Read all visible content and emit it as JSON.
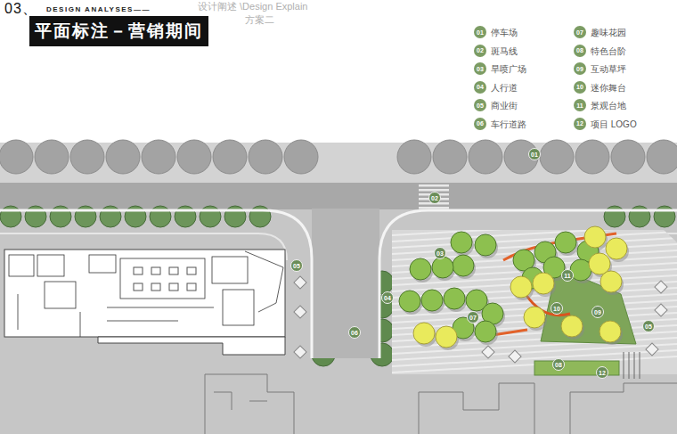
{
  "diagram": {
    "title": "平面标注－营销期间",
    "nodes": [
      {
        "text": [
          "01",
          "停车场"
        ]
      },
      {
        "text": [
          "02",
          "斑马线"
        ]
      },
      {
        "text": [
          "03",
          "旱喷广场"
        ]
      },
      {
        "text": [
          "04",
          "人行道"
        ]
      },
      {
        "text": [
          "05",
          "商业街"
        ]
      },
      {
        "text": [
          "06",
          "车行道路"
        ]
      },
      {
        "text": [
          "07",
          "趣味花园"
        ]
      },
      {
        "text": [
          "08",
          "特色台阶"
        ]
      },
      {
        "text": [
          "09",
          "互动草坪"
        ]
      },
      {
        "text": [
          "10",
          "迷你舞台"
        ]
      },
      {
        "text": [
          "11",
          "景观台地"
        ]
      },
      {
        "text": [
          "12",
          "项目 LOGO"
        ]
      },
      {
        "text": [
          "01"
        ]
      },
      {
        "text": [
          "02"
        ]
      },
      {
        "text": [
          "03"
        ]
      },
      {
        "text": [
          "05"
        ]
      },
      {
        "text": [
          "11"
        ]
      },
      {
        "text": [
          "04"
        ]
      },
      {
        "text": [
          "10"
        ]
      },
      {
        "text": [
          "09"
        ]
      },
      {
        "text": [
          "07"
        ]
      },
      {
        "text": [
          "05"
        ]
      },
      {
        "text": [
          "06"
        ]
      },
      {
        "text": [
          "08"
        ]
      },
      {
        "text": [
          "12"
        ]
      }
    ],
    "labels": [
      "03、",
      "DESIGN ANALYSES——",
      "设计阐述 \\Design Explain",
      "方案二"
    ]
  }
}
